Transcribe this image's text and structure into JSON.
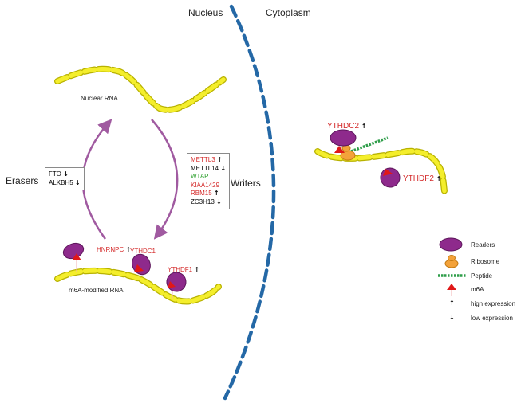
{
  "regions": {
    "nucleus": "Nucleus",
    "cytoplasm": "Cytoplasm"
  },
  "sides": {
    "erasers": "Erasers",
    "writers": "Writers"
  },
  "rna": {
    "nuclear": "Nuclear RNA",
    "modified": "m6A-modified RNA"
  },
  "erasers_box": [
    {
      "name": "FTO",
      "arrow": "↓"
    },
    {
      "name": "ALKBH5",
      "arrow": "↓"
    }
  ],
  "writers_box": [
    {
      "name": "METTL3",
      "arrow": "↑",
      "color": "#d42a2a"
    },
    {
      "name": "METTL14",
      "arrow": "↓",
      "color": "#222222"
    },
    {
      "name": "WTAP",
      "arrow": "",
      "color": "#2fa12f"
    },
    {
      "name": "KIAA1429",
      "arrow": "",
      "color": "#d42a2a"
    },
    {
      "name": "RBM15",
      "arrow": "↑",
      "color": "#d42a2a"
    },
    {
      "name": "ZC3H13",
      "arrow": "↓",
      "color": "#222222"
    }
  ],
  "readers": {
    "hnrnpc": {
      "name": "HNRNPC",
      "arrow": "↑"
    },
    "ythdc1": {
      "name": "YTHDC1"
    },
    "ythdf1": {
      "name": "YTHDF1",
      "arrow": "↑"
    },
    "ythdc2": {
      "name": "YTHDC2",
      "arrow": "↑"
    },
    "ythdf2": {
      "name": "YTHDF2",
      "arrow": "↑"
    }
  },
  "legend": [
    {
      "label": "Readers"
    },
    {
      "label": "Ribosome"
    },
    {
      "label": "Peptide"
    },
    {
      "label": "m6A"
    },
    {
      "label": "high expression",
      "symbol": "↑"
    },
    {
      "label": "low expression",
      "symbol": "↓"
    }
  ],
  "colors": {
    "rna_fill": "#f4ee2c",
    "rna_stroke": "#b8b200",
    "reader": "#8e2a8c",
    "reader_stroke": "#5d165b",
    "m6a": "#e01818",
    "ribosome": "#f3a23a",
    "peptide": "#2f9e4a",
    "membrane": "#2468a6",
    "cycle_arrow": "#a05aa0",
    "highlight_red": "#d42a2a",
    "highlight_green": "#2fa12f"
  }
}
